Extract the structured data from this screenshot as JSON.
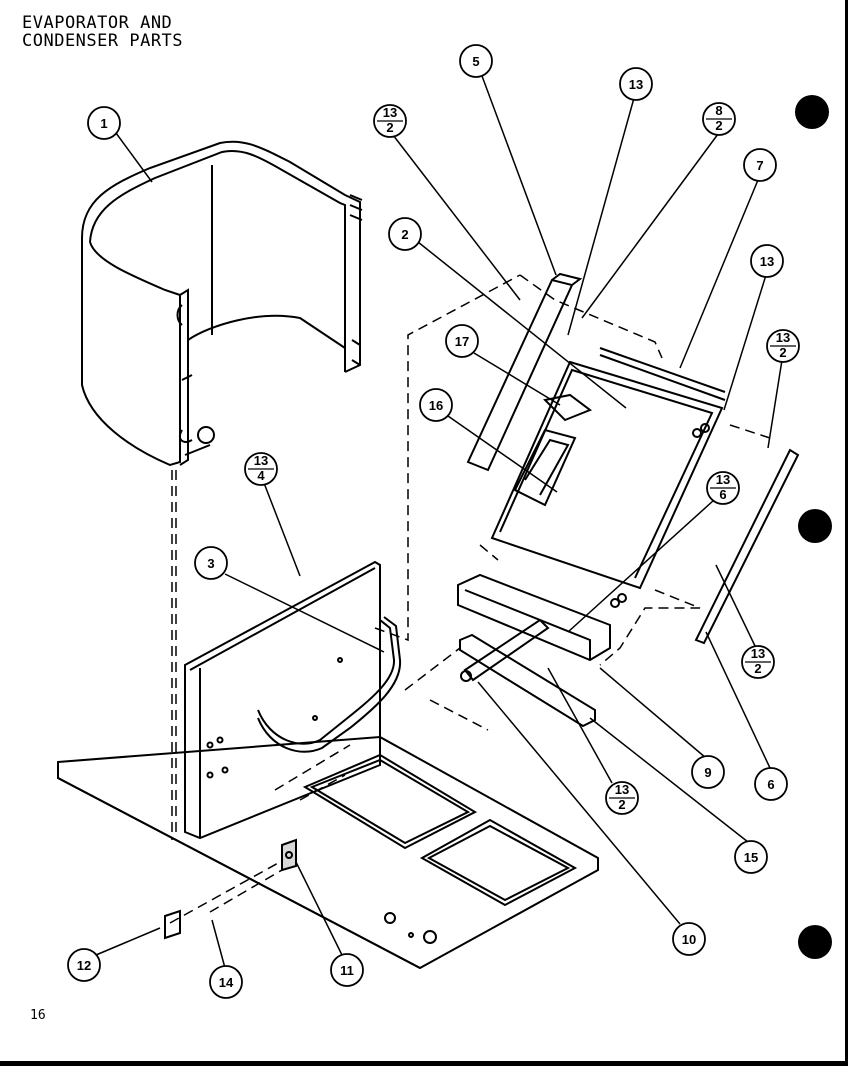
{
  "title_line1": "EVAPORATOR AND",
  "title_line2": "CONDENSER PARTS",
  "page_number": "16",
  "callouts": [
    "1",
    "2",
    "3",
    "5",
    "7",
    "13",
    "17",
    "16",
    "13",
    "9",
    "6",
    "15",
    "10",
    "11",
    "12",
    "14"
  ],
  "fractions": [
    {
      "num": "13",
      "den": "2"
    },
    {
      "num": "8",
      "den": "2"
    },
    {
      "num": "13",
      "den": "2"
    },
    {
      "num": "13",
      "den": "4"
    },
    {
      "num": "13",
      "den": "6"
    },
    {
      "num": "13",
      "den": "2"
    },
    {
      "num": "13",
      "den": "2"
    }
  ]
}
